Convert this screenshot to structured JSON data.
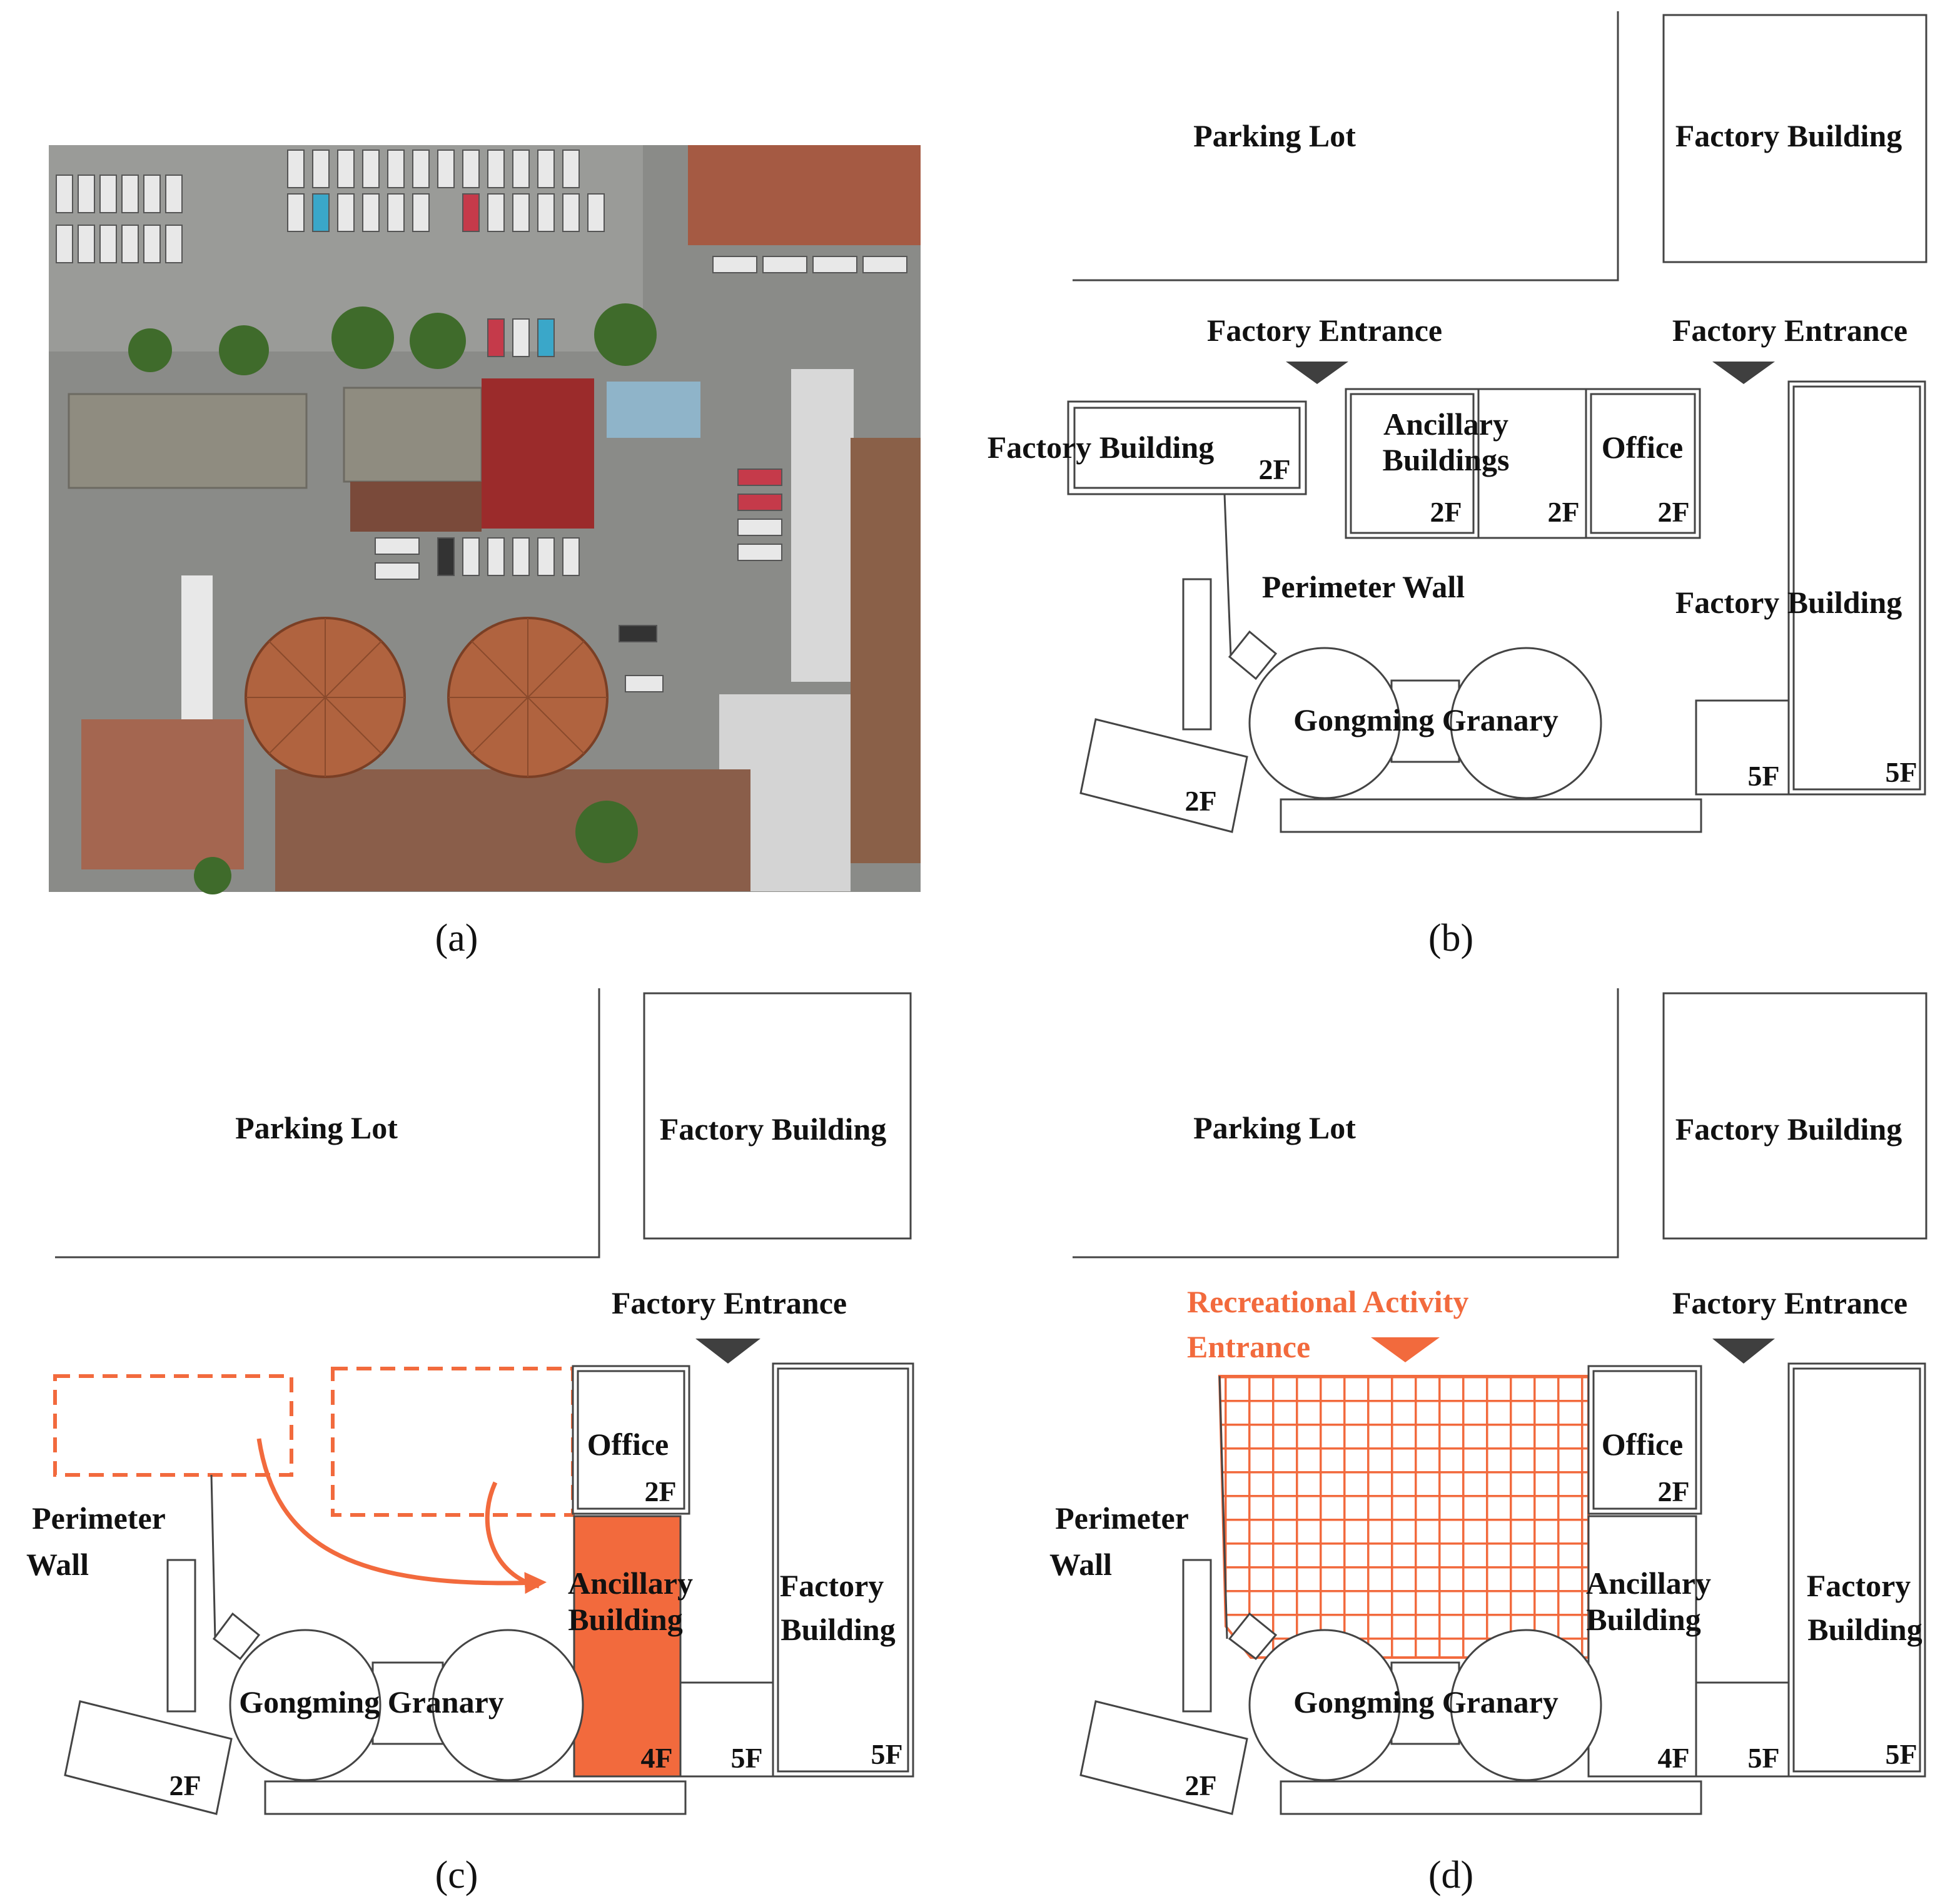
{
  "colors": {
    "accent": "#F26A3D",
    "line": "#444444",
    "marker": "#3F3F3F",
    "text": "#111111"
  },
  "captions": {
    "a": "(a)",
    "b": "(b)",
    "c": "(c)",
    "d": "(d)"
  },
  "panel_a": {
    "description_icon": "aerial-photo-icon"
  },
  "panel_b": {
    "parking_lot": "Parking Lot",
    "factory_building_top": "Factory Building",
    "factory_entrance_left": "Factory Entrance",
    "factory_entrance_right": "Factory Entrance",
    "factory_building_left": "Factory Building",
    "factory_building_left_floor": "2F",
    "ancillary_buildings_line1": "Ancillary",
    "ancillary_buildings_line2": "Buildings",
    "ancillary_floor_1": "2F",
    "ancillary_floor_2": "2F",
    "office": "Office",
    "office_floor": "2F",
    "perimeter_wall": "Perimeter Wall",
    "factory_building_right": "Factory Building",
    "granary": "Gongming Granary",
    "tilted_floor": "2F",
    "small_block_floor": "5F",
    "right_building_floor": "5F"
  },
  "panel_c": {
    "parking_lot": "Parking Lot",
    "factory_building_top": "Factory Building",
    "factory_entrance": "Factory Entrance",
    "office": "Office",
    "office_floor": "2F",
    "perimeter_wall_line1": "Perimeter",
    "perimeter_wall_line2": "Wall",
    "ancillary_line1": "Ancillary",
    "ancillary_line2": "Building",
    "ancillary_floor": "4F",
    "factory_right_line1": "Factory",
    "factory_right_line2": "Building",
    "granary": "Gongming Granary",
    "tilted_floor": "2F",
    "middle_floor": "5F",
    "right_floor": "5F"
  },
  "panel_d": {
    "parking_lot": "Parking Lot",
    "factory_building_top": "Factory Building",
    "recreational_line1": "Recreational Activity",
    "recreational_line2": "Entrance",
    "factory_entrance": "Factory Entrance",
    "office": "Office",
    "office_floor": "2F",
    "perimeter_wall_line1": "Perimeter",
    "perimeter_wall_line2": "Wall",
    "ancillary_line1": "Ancillary",
    "ancillary_line2": "Building",
    "ancillary_floor": "4F",
    "factory_right_line1": "Factory",
    "factory_right_line2": "Building",
    "granary": "Gongming Granary",
    "tilted_floor": "2F",
    "middle_floor": "5F",
    "right_floor": "5F"
  }
}
